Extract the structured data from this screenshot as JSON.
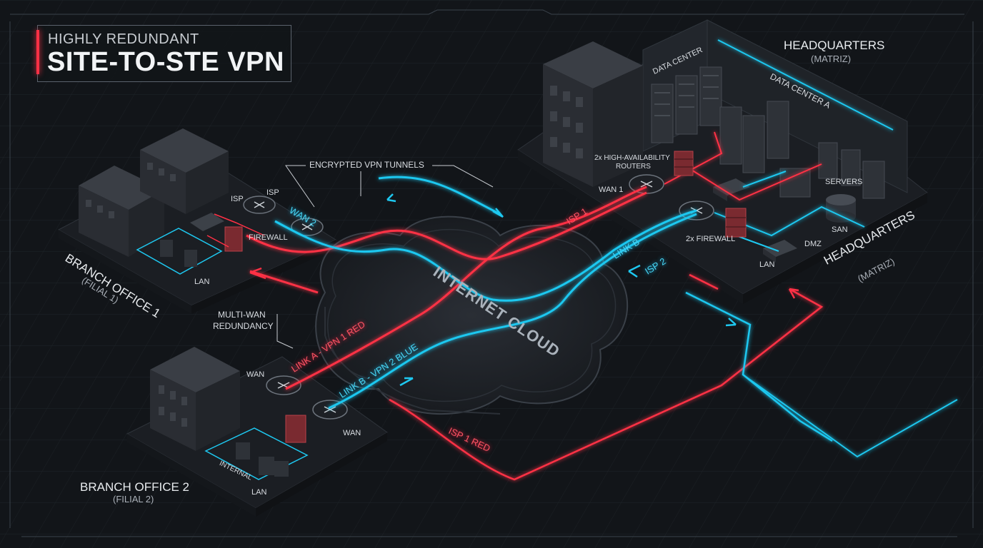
{
  "title": {
    "line1": "HIGHLY REDUNDANT",
    "line2": "SITE-TO-STE VPN"
  },
  "sites": {
    "hq": {
      "name": "HEADQUARTERS",
      "sub": "(MATRIZ)"
    },
    "hq_right": {
      "name": "HEADQUARTERS",
      "sub": "(MATRIZ)"
    },
    "branch1": {
      "name": "BRANCH OFFICE 1",
      "sub": "(FILIAL 1)"
    },
    "branch2": {
      "name": "BRANCH OFFICE 2",
      "sub": "(FILIAL 2)"
    }
  },
  "cloud": {
    "label": "INTERNET CLOUD"
  },
  "callouts": {
    "tunnels": "ENCRYPTED VPN TUNNELS",
    "multiwan_1": "MULTI-WAN",
    "multiwan_2": "REDUNDANCY"
  },
  "hq_labels": {
    "data_center": "DATA CENTER",
    "data_center_a": "DATA CENTER A",
    "ha_routers_1": "2x HIGH-AVAILABILITY",
    "ha_routers_2": "ROUTERS",
    "wan1": "WAN 1",
    "firewall": "2x FIREWALL",
    "servers": "SERVERS",
    "san": "SAN",
    "dmz": "DMZ",
    "lan": "LAN"
  },
  "b1_labels": {
    "isp_a": "ISP",
    "isp_b": "ISP",
    "firewall": "FIREWALL",
    "lan": "LAN"
  },
  "b2_labels": {
    "wan_a": "WAN",
    "wan_b": "WAN",
    "internal": "INTERNAL",
    "lan": "LAN"
  },
  "links": {
    "wan2": "WAN 2",
    "isp1": "ISP 1",
    "link_b": "LINK B",
    "isp2": "ISP 2",
    "link_a_red": "LINK A - VPN 1 RED",
    "link_b_blue": "LINK B - VPN 2 BLUE",
    "isp1_red": "ISP 1 RED"
  },
  "colors": {
    "background": "#121519",
    "red_link": "#ff3045",
    "blue_link": "#1ec8f0",
    "building": "#2a2d33",
    "platform": "#1c1f24"
  },
  "icons": [
    "router-icon",
    "firewall-icon",
    "server-rack-icon",
    "switch-icon",
    "san-cylinder-icon",
    "building-icon",
    "cloud-icon"
  ]
}
